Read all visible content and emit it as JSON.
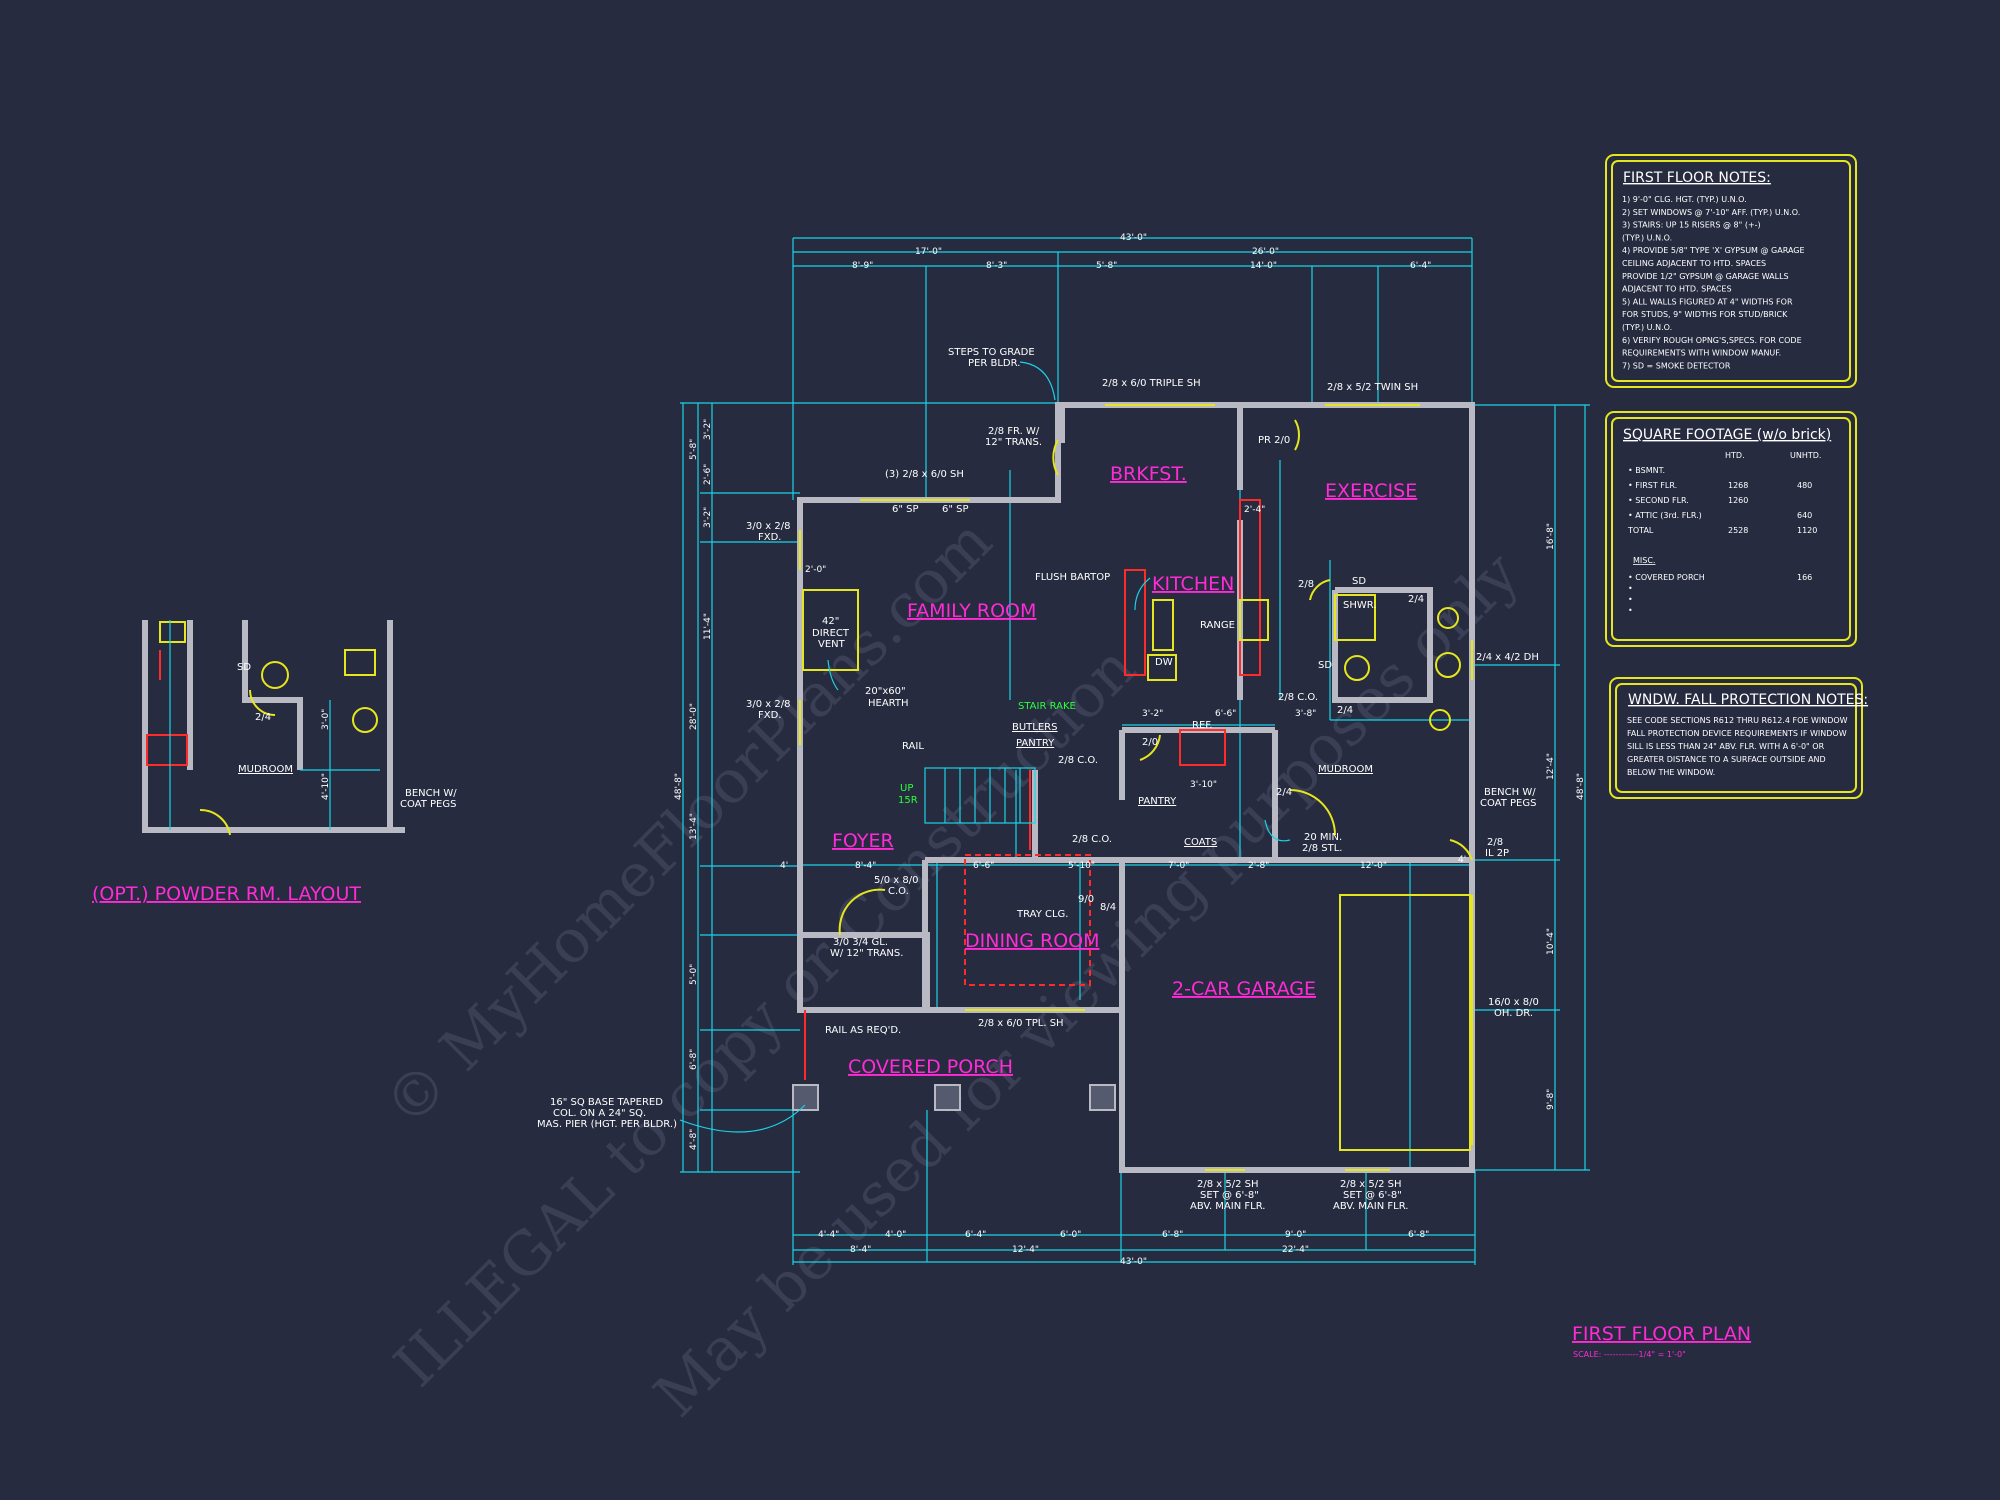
{
  "title": "FIRST FLOOR PLAN",
  "scale": "SCALE: ------------1/4\" = 1'-0\"",
  "watermark": {
    "line1": "© MyHomeFloorPlans.com",
    "line2": "ILLEGAL to copy or Construction",
    "line3": "May be used for viewing purposes only"
  },
  "rooms": {
    "brkfst": "BRKFST.",
    "exercise": "EXERCISE",
    "kitchen": "KITCHEN",
    "family_room": "FAMILY ROOM",
    "foyer": "FOYER",
    "dining_room": "DINING ROOM",
    "garage": "2-CAR GARAGE",
    "covered_porch": "COVERED PORCH",
    "mudroom": "MUDROOM",
    "pantry": "PANTRY",
    "butlers": "BUTLERS",
    "butlers_pantry": "PANTRY",
    "coats": "COATS"
  },
  "labels": {
    "steps": "STEPS TO GRADE",
    "steps2": "PER BLDR.",
    "door_trans": "2/8 FR. W/",
    "door_trans2": "12\" TRANS.",
    "triple_sh": "2/8 x 6/0 TRIPLE SH",
    "twin_sh": "2/8 x 5/2 TWIN SH",
    "pr": "PR 2/0",
    "sh3": "(3) 2/8 x 6/0 SH",
    "sp1": "6\" SP",
    "sp2": "6\" SP",
    "fxd1a": "3/0 x 2/8",
    "fxd1b": "FXD.",
    "fxd2a": "3/0 x 2/8",
    "fxd2b": "FXD.",
    "flush_bartop": "FLUSH BARTOP",
    "range": "RANGE",
    "dw": "DW",
    "direct_vent1": "42\"",
    "direct_vent2": "DIRECT",
    "direct_vent3": "VENT",
    "hearth1": "20\"x60\"",
    "hearth2": "HEARTH",
    "stair_rake": "STAIR RAKE",
    "rail": "RAIL",
    "up": "UP",
    "up_r": "15R",
    "co1": "2/8 C.O.",
    "co2": "2/8 C.O.",
    "co3": "2/8 C.O.",
    "ref": "REF.",
    "d2_0": "2/0",
    "d2_4a": "2/4",
    "d2_4b": "2/4",
    "d2_4c": "2/4",
    "d2_8": "2/8",
    "shwr": "SHWR.",
    "sd1": "SD",
    "sd2": "SD",
    "dh": "2/4 x 4/2 DH",
    "bench1": "BENCH W/",
    "bench2": "COAT PEGS",
    "min1": "20 MIN.",
    "min2": "2/8 STL.",
    "il1": "2/8",
    "il2": "IL 2P",
    "co_door1": "5/0 x 8/0",
    "co_door2": "C.O.",
    "cl1": "3/0 3/4 GL.",
    "cl2": "W/ 12\" TRANS.",
    "tray": "TRAY CLG.",
    "d9_0": "9/0",
    "d8_4": "8/4",
    "tpl_sh": "2/8 x 6/0 TPL. SH",
    "rail_req": "RAIL AS REQ'D.",
    "col1": "16\" SQ BASE TAPERED",
    "col2": "COL. ON A 24\" SQ.",
    "col3": "MAS. PIER (HGT. PER BLDR.)",
    "ohd1": "16/0 x 8/0",
    "ohd2": "OH. DR.",
    "g_sh1a": "2/8 x 5/2 SH",
    "g_sh1b": "SET @ 6'-8\"",
    "g_sh1c": "ABV. MAIN FLR.",
    "g_sh2a": "2/8 x 5/2 SH",
    "g_sh2b": "SET @ 6'-8\"",
    "g_sh2c": "ABV. MAIN FLR."
  },
  "dimensions": {
    "top_total": "43'-0\"",
    "top_a": "17'-0\"",
    "top_b": "26'-0\"",
    "top_c1": "8'-9\"",
    "top_c2": "8'-3\"",
    "top_c3": "5'-8\"",
    "top_c4": "14'-0\"",
    "top_c5": "6'-4\"",
    "bot_total": "43'-0\"",
    "bot_a": "8'-4\"",
    "bot_b": "12'-4\"",
    "bot_c": "22'-4\"",
    "bot_c1": "4'-4\"",
    "bot_c2": "4'-0\"",
    "bot_c3": "6'-4\"",
    "bot_c4": "6'-0\"",
    "bot_c5": "6'-8\"",
    "bot_c6": "9'-0\"",
    "bot_c7": "6'-8\"",
    "left_total": "48'-8\"",
    "left_a": "28'-0\"",
    "left_b": "13'-4\"",
    "left_c1": "5'-8\"",
    "left_c2": "3'-2\"",
    "left_c3": "2'-6\"",
    "left_c4": "3'-2\"",
    "left_c5": "11'-4\"",
    "left_c6": "5'-0\"",
    "left_c7": "6'-8\"",
    "left_c8": "4'-8\"",
    "right_total": "48'-8\"",
    "right_a": "16'-8\"",
    "right_b": "12'-4\"",
    "right_c1": "10'-4\"",
    "right_c2": "9'-8\"",
    "int_1": "2'-0\"",
    "int_2": "8'-4\"",
    "int_3": "6'-6\"",
    "int_4": "5'-10\"",
    "int_5": "7'-0\"",
    "int_6": "2'-8\"",
    "int_7": "12'-0\"",
    "int_8": "3'-2\"",
    "int_9": "6'-6\"",
    "int_10": "3'-10\"",
    "int_11": "3'-8\"",
    "int_12": "2'-4\"",
    "int_13": "4'",
    "int_14": "4'"
  },
  "notes_first_floor": {
    "title": "FIRST FLOOR NOTES:",
    "lines": [
      "1) 9'-0\" CLG. HGT. (TYP.) U.N.O.",
      "2) SET WINDOWS @ 7'-10\" AFF. (TYP.) U.N.O.",
      "3) STAIRS: UP 15 RISERS @ 8\" (+-)",
      "   (TYP.) U.N.O.",
      "4) PROVIDE 5/8\" TYPE 'X' GYPSUM @ GARAGE",
      "   CEILING ADJACENT TO HTD. SPACES",
      "   PROVIDE 1/2\" GYPSUM @ GARAGE WALLS",
      "   ADJACENT TO HTD. SPACES",
      "5) ALL WALLS FIGURED AT 4\" WIDTHS FOR",
      "   FOR STUDS, 9\" WIDTHS FOR STUD/BRICK",
      "   (TYP.) U.N.O.",
      "6) VERIFY ROUGH OPNG'S,SPECS. FOR CODE",
      "   REQUIREMENTS WITH WINDOW MANUF.",
      "7) SD = SMOKE DETECTOR"
    ]
  },
  "square_footage": {
    "title": "SQUARE FOOTAGE (w/o brick)",
    "col_htd": "HTD.",
    "col_unhtd": "UNHTD.",
    "rows": [
      {
        "label": "• BSMNT.",
        "htd": "",
        "unhtd": ""
      },
      {
        "label": "• FIRST FLR.",
        "htd": "1268",
        "unhtd": "480"
      },
      {
        "label": "• SECOND FLR.",
        "htd": "1260",
        "unhtd": ""
      },
      {
        "label": "• ATTIC (3rd. FLR.)",
        "htd": "",
        "unhtd": "640"
      },
      {
        "label": "   TOTAL",
        "htd": "2528",
        "unhtd": "1120"
      }
    ],
    "misc_title": "MISC.",
    "misc_rows": [
      {
        "label": "• COVERED PORCH",
        "htd": "",
        "unhtd": "166"
      },
      {
        "label": "•",
        "htd": "",
        "unhtd": ""
      },
      {
        "label": "•",
        "htd": "",
        "unhtd": ""
      },
      {
        "label": "•",
        "htd": "",
        "unhtd": ""
      }
    ]
  },
  "fall_notes": {
    "title": "WNDW. FALL PROTECTION NOTES:",
    "lines": [
      "SEE CODE SECTIONS R612 THRU R612.4 FOE WINDOW",
      "FALL PROTECTION DEVICE REQUIREMENTS IF WINDOW",
      "SILL IS LESS THAN 24\" ABV. FLR. WITH A 6'-0\" OR",
      "GREATER DISTANCE TO A SURFACE OUTSIDE AND",
      "BELOW THE WINDOW."
    ]
  },
  "powder": {
    "title": "(OPT.) POWDER RM. LAYOUT",
    "mudroom": "MUDROOM",
    "bench1": "BENCH W/",
    "bench2": "COAT PEGS",
    "d2_4": "2/4",
    "sd": "SD",
    "dim1": "3'-0\"",
    "dim2": "4'-10\""
  },
  "colors": {
    "background": "#262b3f",
    "dimension": "#19d3e6",
    "room_label": "#ff2bd6",
    "note_box": "#e6e61e",
    "wall": "#b9b9c4"
  }
}
